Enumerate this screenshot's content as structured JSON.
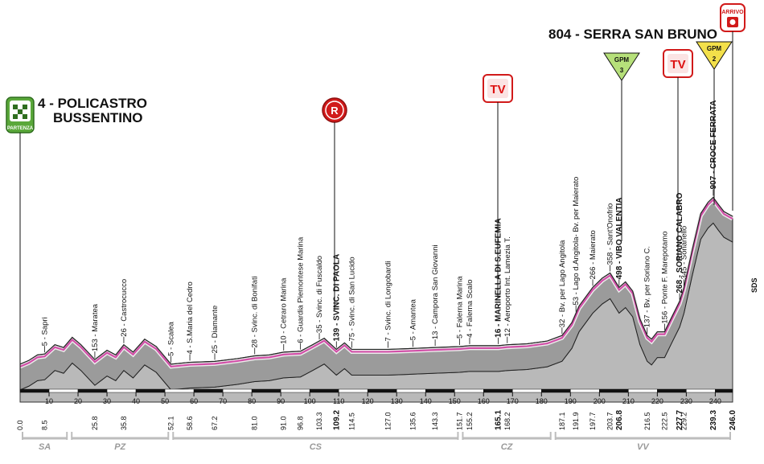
{
  "start": {
    "km": "4",
    "name_line1": "POLICASTRO",
    "name_line2": "BUSSENTINO",
    "badge": "PARTENZA"
  },
  "finish": {
    "altitude": "804",
    "name": "SERRA SAN BRUNO",
    "badge": "ARRIVO"
  },
  "sds_label": "SDS",
  "provinces": [
    "SA",
    "PZ",
    "CS",
    "CZ",
    "VV"
  ],
  "badges": {
    "tv": "TV",
    "r": "R",
    "gpm": "GPM"
  },
  "gpm_cats": [
    "3",
    "2"
  ],
  "chart_data": {
    "type": "area",
    "title": "",
    "xlabel": "",
    "ylabel": "",
    "total_km": 246.0,
    "ticks": [
      10,
      20,
      30,
      40,
      50,
      60,
      70,
      80,
      90,
      100,
      110,
      120,
      130,
      140,
      150,
      160,
      170,
      180,
      190,
      200,
      210,
      220,
      230,
      240
    ],
    "profile": [
      {
        "km": 0,
        "alt": 5
      },
      {
        "km": 3,
        "alt": 25
      },
      {
        "km": 6,
        "alt": 55
      },
      {
        "km": 8.5,
        "alt": 60
      },
      {
        "km": 12,
        "alt": 110
      },
      {
        "km": 15,
        "alt": 95
      },
      {
        "km": 18,
        "alt": 150
      },
      {
        "km": 21,
        "alt": 110
      },
      {
        "km": 25.8,
        "alt": 30
      },
      {
        "km": 30,
        "alt": 80
      },
      {
        "km": 33,
        "alt": 55
      },
      {
        "km": 35.8,
        "alt": 110
      },
      {
        "km": 39,
        "alt": 70
      },
      {
        "km": 43,
        "alt": 140
      },
      {
        "km": 47,
        "alt": 100
      },
      {
        "km": 52.1,
        "alt": 5
      },
      {
        "km": 58.6,
        "alt": 15
      },
      {
        "km": 67.2,
        "alt": 20
      },
      {
        "km": 75,
        "alt": 35
      },
      {
        "km": 81.0,
        "alt": 50
      },
      {
        "km": 86,
        "alt": 55
      },
      {
        "km": 91.0,
        "alt": 70
      },
      {
        "km": 96.8,
        "alt": 75
      },
      {
        "km": 101,
        "alt": 110
      },
      {
        "km": 105,
        "alt": 145
      },
      {
        "km": 109.2,
        "alt": 85
      },
      {
        "km": 112,
        "alt": 120
      },
      {
        "km": 114.5,
        "alt": 85
      },
      {
        "km": 127.0,
        "alt": 85
      },
      {
        "km": 135.6,
        "alt": 90
      },
      {
        "km": 143.3,
        "alt": 95
      },
      {
        "km": 151.7,
        "alt": 100
      },
      {
        "km": 155.2,
        "alt": 105
      },
      {
        "km": 165.1,
        "alt": 105
      },
      {
        "km": 168.2,
        "alt": 110
      },
      {
        "km": 175,
        "alt": 115
      },
      {
        "km": 182,
        "alt": 130
      },
      {
        "km": 187.1,
        "alt": 160
      },
      {
        "km": 190.5,
        "alt": 230
      },
      {
        "km": 193,
        "alt": 320
      },
      {
        "km": 197.7,
        "alt": 420
      },
      {
        "km": 201,
        "alt": 470
      },
      {
        "km": 203.7,
        "alt": 498
      },
      {
        "km": 206.8,
        "alt": 420
      },
      {
        "km": 209,
        "alt": 450
      },
      {
        "km": 211.5,
        "alt": 400
      },
      {
        "km": 214,
        "alt": 250
      },
      {
        "km": 216.5,
        "alt": 160
      },
      {
        "km": 218,
        "alt": 140
      },
      {
        "km": 220,
        "alt": 180
      },
      {
        "km": 222.5,
        "alt": 180
      },
      {
        "km": 225,
        "alt": 260
      },
      {
        "km": 227.7,
        "alt": 345
      },
      {
        "km": 229.2,
        "alt": 420
      },
      {
        "km": 232,
        "alt": 620
      },
      {
        "km": 235,
        "alt": 820
      },
      {
        "km": 237.5,
        "alt": 880
      },
      {
        "km": 239.3,
        "alt": 907
      },
      {
        "km": 241,
        "alt": 870
      },
      {
        "km": 243,
        "alt": 830
      },
      {
        "km": 246.0,
        "alt": 804
      }
    ],
    "km_labels": [
      {
        "km": 0.0,
        "text": "0.0"
      },
      {
        "km": 8.5,
        "text": "8.5"
      },
      {
        "km": 25.8,
        "text": "25.8"
      },
      {
        "km": 35.8,
        "text": "35.8"
      },
      {
        "km": 52.1,
        "text": "52.1"
      },
      {
        "km": 58.6,
        "text": "58.6"
      },
      {
        "km": 67.2,
        "text": "67.2"
      },
      {
        "km": 81.0,
        "text": "81.0"
      },
      {
        "km": 91.0,
        "text": "91.0"
      },
      {
        "km": 96.8,
        "text": "96.8"
      },
      {
        "km": 103.3,
        "text": "103.3"
      },
      {
        "km": 109.2,
        "text": "109.2",
        "bold": true
      },
      {
        "km": 114.5,
        "text": "114.5"
      },
      {
        "km": 127.0,
        "text": "127.0"
      },
      {
        "km": 135.6,
        "text": "135.6"
      },
      {
        "km": 143.3,
        "text": "143.3"
      },
      {
        "km": 151.7,
        "text": "151.7"
      },
      {
        "km": 155.2,
        "text": "155.2"
      },
      {
        "km": 165.1,
        "text": "165.1",
        "bold": true
      },
      {
        "km": 168.2,
        "text": "168.2"
      },
      {
        "km": 187.1,
        "text": "187.1"
      },
      {
        "km": 191.9,
        "text": "191.9"
      },
      {
        "km": 197.7,
        "text": "197.7"
      },
      {
        "km": 203.7,
        "text": "203.7"
      },
      {
        "km": 206.8,
        "text": "206.8",
        "bold": true
      },
      {
        "km": 216.5,
        "text": "216.5"
      },
      {
        "km": 222.5,
        "text": "222.5"
      },
      {
        "km": 227.7,
        "text": "227.7",
        "bold": true
      },
      {
        "km": 229.2,
        "text": "229.2"
      },
      {
        "km": 239.3,
        "text": "239.3",
        "bold": true
      },
      {
        "km": 246.0,
        "text": "246.0",
        "bold": true
      }
    ],
    "waypoints": [
      {
        "km": 8.5,
        "text": "5 - Sapri"
      },
      {
        "km": 25.8,
        "text": "153 - Maratea"
      },
      {
        "km": 35.8,
        "text": "26 - Castrocucco"
      },
      {
        "km": 52.1,
        "text": "5 - Scalea"
      },
      {
        "km": 58.6,
        "text": "4 - S.Maria del Cedro"
      },
      {
        "km": 67.2,
        "text": "25 - Diamante"
      },
      {
        "km": 81.0,
        "text": "28 - Svinc. di Bonifati"
      },
      {
        "km": 91.0,
        "text": "10 - Cetraro Marina"
      },
      {
        "km": 96.8,
        "text": "6 - Guardia Piemontese Marina"
      },
      {
        "km": 103.3,
        "text": "35 - Svinc. di Fuscaldo"
      },
      {
        "km": 109.2,
        "text": "139 - SVINC. DI PAOLA",
        "bold": true
      },
      {
        "km": 114.5,
        "text": "75 - Svinc. di San Lucido"
      },
      {
        "km": 127.0,
        "text": "7 - Svinc. di Longobardi"
      },
      {
        "km": 135.6,
        "text": "5 - Amantea"
      },
      {
        "km": 143.3,
        "text": "13 - Campora San Giovanni"
      },
      {
        "km": 151.7,
        "text": "5 - Falerna Marina"
      },
      {
        "km": 155.2,
        "text": "4 - Falerna Scalo"
      },
      {
        "km": 165.1,
        "text": "16 - MARINELLA DI S.EUFEMIA",
        "bold": true
      },
      {
        "km": 168.2,
        "text": "12 - Aeroporto Int. Lamezia T."
      },
      {
        "km": 187.1,
        "text": "32 - Bv. per Lago Angitola"
      },
      {
        "km": 191.9,
        "text": "53 - Lago d.Angitola- Bv. per Maierato"
      },
      {
        "km": 197.7,
        "text": "266 - Maierato"
      },
      {
        "km": 203.7,
        "text": "358 - Sant'Onofrio"
      },
      {
        "km": 206.8,
        "text": "498 - VIBO VALENTIA",
        "bold": true
      },
      {
        "km": 216.5,
        "text": "137 - Bv. per Soriano C."
      },
      {
        "km": 222.5,
        "text": "156 - Ponte F. Marepotamo"
      },
      {
        "km": 227.7,
        "text": "268 - SORIANO CALABRO",
        "bold": true
      },
      {
        "km": 229.2,
        "text": "345 - Sorianello"
      },
      {
        "km": 239.3,
        "text": "907 - CROCE FERRATA",
        "bold": true
      }
    ]
  },
  "colors": {
    "profile_fill": "#9b9b9b",
    "profile_top": "#d9d9d9",
    "road": "#d24fa8",
    "badge_red": "#d11a1a",
    "gpm_green": "#b6e07a",
    "gpm_yellow": "#f3e04a"
  }
}
